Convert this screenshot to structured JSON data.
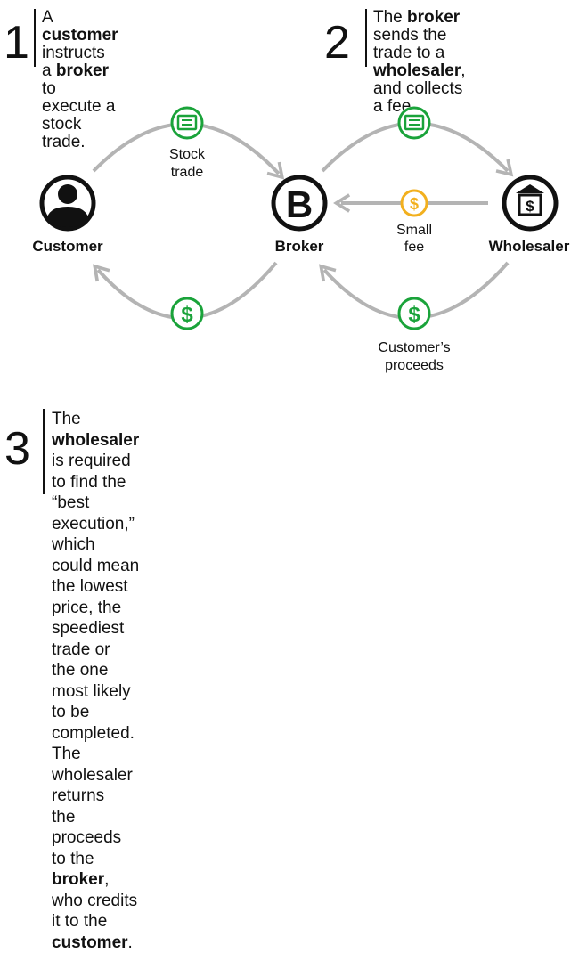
{
  "steps": [
    {
      "number": "1",
      "segments": [
        {
          "text": "A ",
          "bold": false
        },
        {
          "text": "customer",
          "bold": true
        },
        {
          "text": " instructs",
          "bold": false
        },
        {
          "br": true
        },
        {
          "text": "a ",
          "bold": false
        },
        {
          "text": "broker",
          "bold": true
        },
        {
          "text": " to execute a",
          "bold": false
        },
        {
          "br": true
        },
        {
          "text": "stock trade.",
          "bold": false
        }
      ]
    },
    {
      "number": "2",
      "segments": [
        {
          "text": "The ",
          "bold": false
        },
        {
          "text": "broker",
          "bold": true
        },
        {
          "text": " sends the",
          "bold": false
        },
        {
          "br": true
        },
        {
          "text": "trade to a ",
          "bold": false
        },
        {
          "text": "wholesaler",
          "bold": true
        },
        {
          "text": ",",
          "bold": false
        },
        {
          "br": true
        },
        {
          "text": "and collects a fee.",
          "bold": false
        }
      ]
    },
    {
      "number": "3",
      "segments": [
        {
          "text": "The ",
          "bold": false
        },
        {
          "text": "wholesaler",
          "bold": true
        },
        {
          "text": " is required to find the “best execution,”",
          "bold": false
        },
        {
          "br": true
        },
        {
          "text": "which could mean the lowest price, the speediest trade or",
          "bold": false
        },
        {
          "br": true
        },
        {
          "text": "the one most likely to be completed. The wholesaler returns",
          "bold": false
        },
        {
          "br": true
        },
        {
          "text": "the proceeds to the ",
          "bold": false
        },
        {
          "text": "broker",
          "bold": true
        },
        {
          "text": ", who credits it to the ",
          "bold": false
        },
        {
          "text": "customer",
          "bold": true
        },
        {
          "text": ".",
          "bold": false
        }
      ]
    }
  ],
  "nodes": {
    "customer": "Customer",
    "broker": "Broker",
    "wholesaler": "Wholesaler",
    "broker_glyph": "B",
    "wholesaler_glyph": "$"
  },
  "flows": {
    "stock_trade": [
      "Stock",
      "trade"
    ],
    "small_fee": [
      "Small",
      "fee"
    ],
    "customers_proceeds": [
      "Customer’s",
      "proceeds"
    ],
    "dollar_glyph": "$"
  },
  "colors": {
    "green": "#1aa33a",
    "gold": "#f2b01e",
    "arrow_gray": "#b4b4b4",
    "ink": "#111111"
  },
  "icons": [
    "person-icon",
    "broker-b-icon",
    "bank-dollar-icon",
    "document-icon",
    "dollar-coin-icon"
  ]
}
